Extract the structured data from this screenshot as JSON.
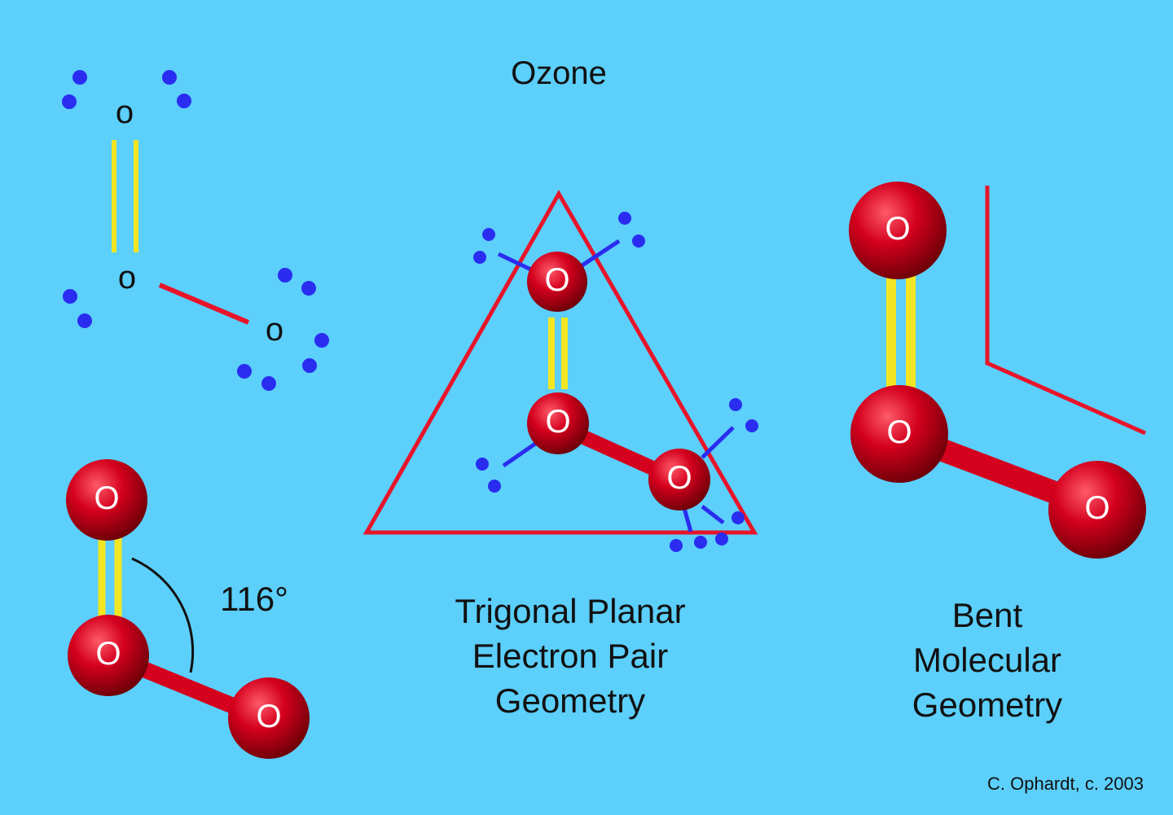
{
  "title": "Ozone",
  "lewis": {
    "atom_symbol": "o"
  },
  "ball_and_stick": {
    "atom_symbol": "O",
    "bond_angle": "116°"
  },
  "electron_pair": {
    "caption": [
      "Trigonal Planar",
      "Electron Pair",
      "Geometry"
    ]
  },
  "molecular": {
    "caption": [
      "Bent",
      "Molecular",
      "Geometry"
    ]
  },
  "credit": "C. Ophardt, c. 2003",
  "colors": {
    "background": "#5ccffb",
    "atom": "#d4001e",
    "double_bond": "#f2e622",
    "single_bond": "#e8142a",
    "lone_pair": "#2a2cf0",
    "outline": "#e8142a"
  }
}
